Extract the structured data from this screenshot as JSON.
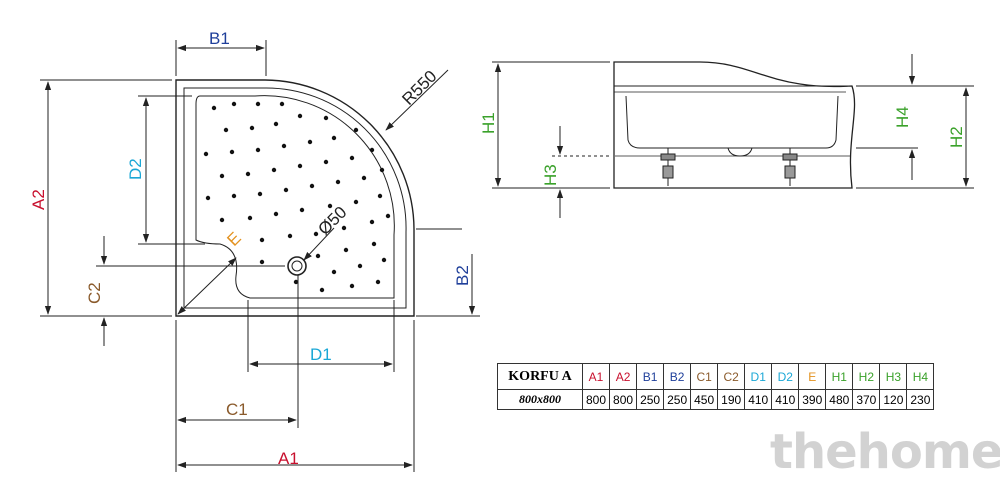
{
  "colors": {
    "red": "#c8102e",
    "blue": "#1f3f9a",
    "brown": "#8a5a2b",
    "cyan": "#1aa7d6",
    "orange": "#e39220",
    "green": "#3aa12a",
    "line": "#222222"
  },
  "labels": {
    "A1": "A1",
    "A2": "A2",
    "B1": "B1",
    "B2": "B2",
    "C1": "C1",
    "C2": "C2",
    "D1": "D1",
    "D2": "D2",
    "E": "E",
    "H1": "H1",
    "H2": "H2",
    "H3": "H3",
    "H4": "H4",
    "R": "R550",
    "drain": "Ø50"
  },
  "table": {
    "model": "KORFU A",
    "size": "800x800",
    "headers": [
      {
        "text": "A1",
        "color": "#c8102e"
      },
      {
        "text": "A2",
        "color": "#c8102e"
      },
      {
        "text": "B1",
        "color": "#1f3f9a"
      },
      {
        "text": "B2",
        "color": "#1f3f9a"
      },
      {
        "text": "C1",
        "color": "#8a5a2b"
      },
      {
        "text": "C2",
        "color": "#8a5a2b"
      },
      {
        "text": "D1",
        "color": "#1aa7d6"
      },
      {
        "text": "D2",
        "color": "#1aa7d6"
      },
      {
        "text": "E",
        "color": "#e39220"
      },
      {
        "text": "H1",
        "color": "#3aa12a"
      },
      {
        "text": "H2",
        "color": "#3aa12a"
      },
      {
        "text": "H3",
        "color": "#3aa12a"
      },
      {
        "text": "H4",
        "color": "#3aa12a"
      }
    ],
    "values": [
      "800",
      "800",
      "250",
      "250",
      "450",
      "190",
      "410",
      "410",
      "390",
      "480",
      "370",
      "120",
      "230"
    ]
  },
  "watermark": "thehome"
}
